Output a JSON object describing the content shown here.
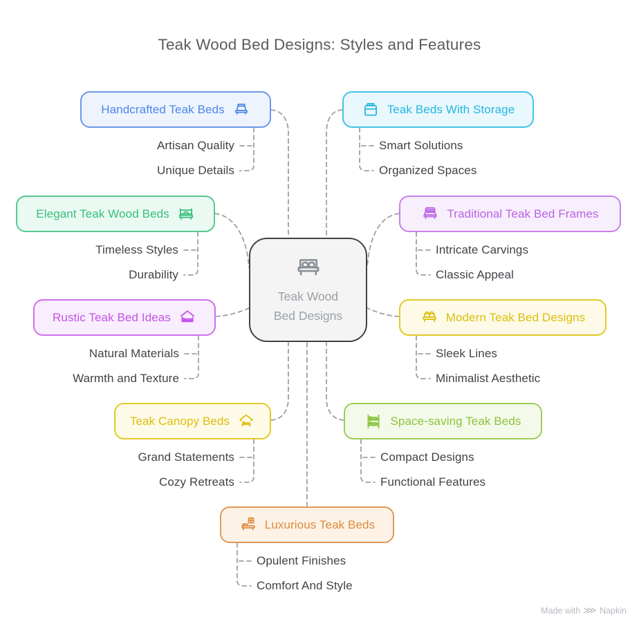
{
  "title": "Teak Wood Bed Designs: Styles and Features",
  "center": {
    "lines": [
      "Teak Wood",
      "Bed Designs"
    ],
    "icon": "double-bed-icon",
    "colors": {
      "border": "#3f4245",
      "background": "#f4f4f5",
      "text": "#9aa0a6",
      "icon": "#8a9095"
    }
  },
  "connector_color": "#9c9ea1",
  "nodes": [
    {
      "id": "handcrafted",
      "label": "Handcrafted Teak Beds",
      "icon": "handcrafted-bed-icon",
      "children": [
        "Artisan Quality",
        "Unique Details"
      ],
      "colors": {
        "accent": "#4d86e8",
        "border": "#6b97ec",
        "background": "#edf4fd"
      }
    },
    {
      "id": "storage",
      "label": "Teak Beds With Storage",
      "icon": "storage-bed-icon",
      "children": [
        "Smart Solutions",
        "Organized Spaces"
      ],
      "colors": {
        "accent": "#24b6e4",
        "border": "#45c2e8",
        "background": "#e9f8fd"
      }
    },
    {
      "id": "elegant",
      "label": "Elegant Teak Wood Beds",
      "icon": "elegant-bed-icon",
      "children": [
        "Timeless Styles",
        "Durability"
      ],
      "colors": {
        "accent": "#36bf7b",
        "border": "#55c98f",
        "background": "#eaf9f2"
      }
    },
    {
      "id": "traditional",
      "label": "Traditional Teak Bed Frames",
      "icon": "traditional-bed-icon",
      "children": [
        "Intricate Carvings",
        "Classic Appeal"
      ],
      "colors": {
        "accent": "#b963e6",
        "border": "#c77fec",
        "background": "#f8effd"
      }
    },
    {
      "id": "rustic",
      "label": "Rustic Teak Bed Ideas",
      "icon": "rustic-bed-icon",
      "children": [
        "Natural Materials",
        "Warmth and Texture"
      ],
      "colors": {
        "accent": "#c353e6",
        "border": "#cd70ec",
        "background": "#f9eefd"
      }
    },
    {
      "id": "modern",
      "label": "Modern Teak Bed Designs",
      "icon": "modern-bed-icon",
      "children": [
        "Sleek Lines",
        "Minimalist Aesthetic"
      ],
      "colors": {
        "accent": "#ddbf0e",
        "border": "#e2ca28",
        "background": "#fdfae7"
      }
    },
    {
      "id": "canopy",
      "label": "Teak Canopy Beds",
      "icon": "canopy-bed-icon",
      "children": [
        "Grand Statements",
        "Cozy Retreats"
      ],
      "colors": {
        "accent": "#ddbf0e",
        "border": "#e2ca28",
        "background": "#fdfae7"
      }
    },
    {
      "id": "spacesaving",
      "label": "Space-saving Teak Beds",
      "icon": "bunk-bed-icon",
      "children": [
        "Compact Designs",
        "Functional Features"
      ],
      "colors": {
        "accent": "#8ac43e",
        "border": "#9ccd58",
        "background": "#f4fae9"
      }
    },
    {
      "id": "luxurious",
      "label": "Luxurious Teak Beds",
      "icon": "luxurious-bed-icon",
      "children": [
        "Opulent Finishes",
        "Comfort And Style"
      ],
      "colors": {
        "accent": "#dd8a3e",
        "border": "#e09a57",
        "background": "#fcf2e6"
      }
    }
  ],
  "footer": {
    "text": "Made with",
    "brand": "Napkin",
    "icon": "napkin-logo-icon"
  }
}
